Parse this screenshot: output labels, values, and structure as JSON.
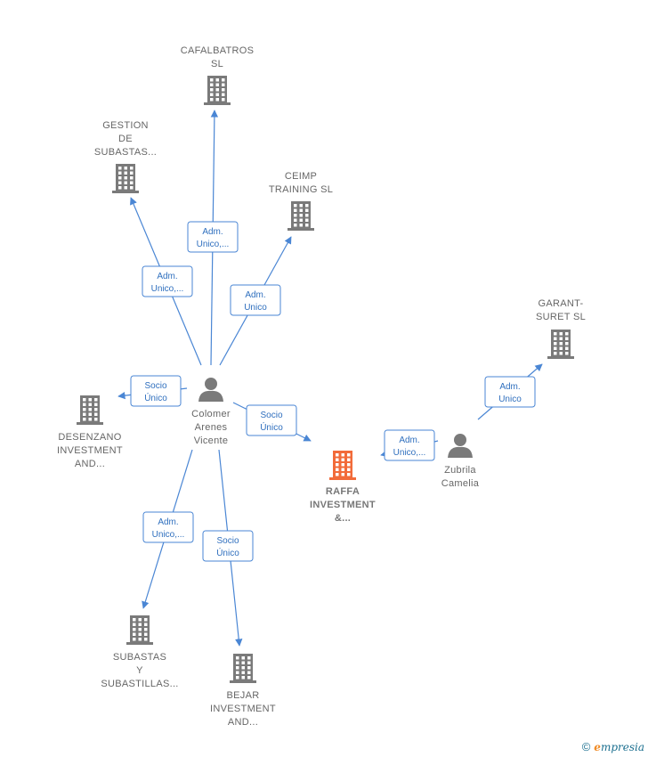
{
  "colors": {
    "edge": "#4a86d4",
    "edge_text": "#2f6fbe",
    "company": "#7a7a7a",
    "company_focus": "#f26b3a",
    "person": "#7a7a7a"
  },
  "nodes": [
    {
      "id": "cafalbatros",
      "type": "company",
      "label": [
        "CAFALBATROS",
        "SL"
      ]
    },
    {
      "id": "gestion",
      "type": "company",
      "label": [
        "GESTION",
        "DE",
        "SUBASTAS..."
      ]
    },
    {
      "id": "ceimp",
      "type": "company",
      "label": [
        "CEIMP",
        "TRAINING  SL"
      ]
    },
    {
      "id": "garant",
      "type": "company",
      "label": [
        "GARANT-",
        "SURET SL"
      ]
    },
    {
      "id": "desenzano",
      "type": "company",
      "label": [
        "DESENZANO",
        "INVESTMENT",
        "AND..."
      ]
    },
    {
      "id": "colomer",
      "type": "person",
      "label": [
        "Colomer",
        "Arenes",
        "Vicente"
      ]
    },
    {
      "id": "raffa",
      "type": "company",
      "focus": true,
      "label": [
        "RAFFA",
        "INVESTMENT",
        "&..."
      ]
    },
    {
      "id": "zubrila",
      "type": "person",
      "label": [
        "Zubrila",
        "Camelia"
      ]
    },
    {
      "id": "subastas",
      "type": "company",
      "label": [
        "SUBASTAS",
        "Y",
        "SUBASTILLAS..."
      ]
    },
    {
      "id": "bejar",
      "type": "company",
      "label": [
        "BEJAR",
        "INVESTMENT",
        "AND..."
      ]
    }
  ],
  "edges": [
    {
      "from": "colomer",
      "to": "cafalbatros",
      "label": [
        "Adm.",
        "Unico,..."
      ]
    },
    {
      "from": "colomer",
      "to": "gestion",
      "label": [
        "Adm.",
        "Unico,..."
      ]
    },
    {
      "from": "colomer",
      "to": "ceimp",
      "label": [
        "Adm.",
        "Unico"
      ]
    },
    {
      "from": "colomer",
      "to": "desenzano",
      "label": [
        "Socio",
        "Único"
      ]
    },
    {
      "from": "colomer",
      "to": "raffa",
      "label": [
        "Socio",
        "Único"
      ]
    },
    {
      "from": "colomer",
      "to": "subastas",
      "label": [
        "Adm.",
        "Unico,..."
      ]
    },
    {
      "from": "colomer",
      "to": "bejar",
      "label": [
        "Socio",
        "Único"
      ]
    },
    {
      "from": "zubrila",
      "to": "raffa",
      "label": [
        "Adm.",
        "Unico,..."
      ]
    },
    {
      "from": "zubrila",
      "to": "garant",
      "label": [
        "Adm.",
        "Unico"
      ]
    }
  ],
  "footer": {
    "copyright": "©",
    "brand_initial": "e",
    "brand_rest": "mpresia"
  }
}
